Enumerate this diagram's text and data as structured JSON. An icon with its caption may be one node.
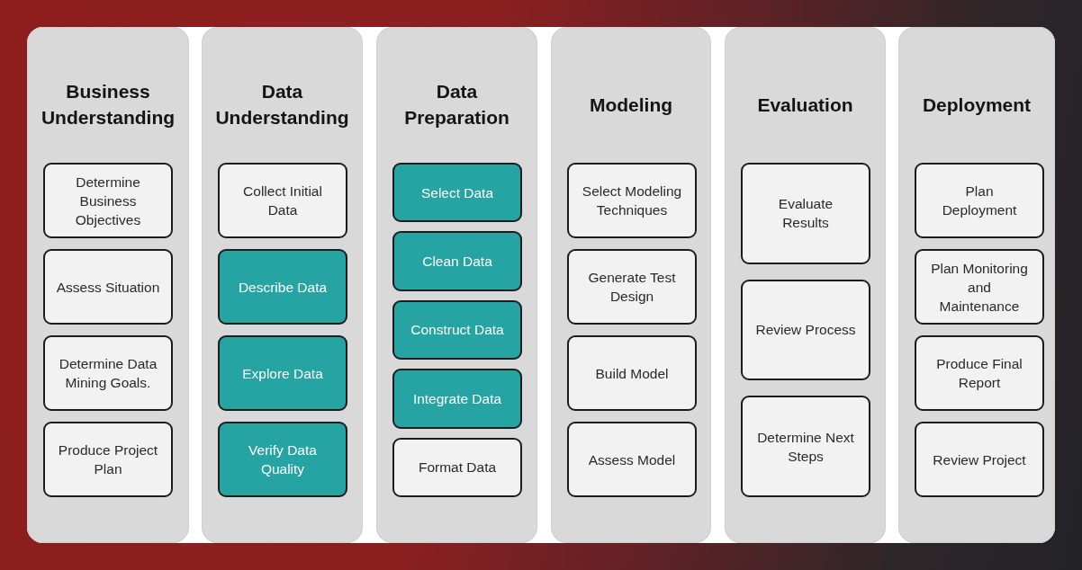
{
  "diagram": {
    "nodes": [
      {
        "text": [
          "Business Understanding"
        ]
      },
      {
        "text": [
          "Determine Business Objectives"
        ],
        "in": 0
      },
      {
        "text": [
          "Assess Situation"
        ],
        "in": 0
      },
      {
        "text": [
          "Determine Data Mining Goals."
        ],
        "in": 0
      },
      {
        "text": [
          "Produce Project Plan"
        ],
        "in": 0
      },
      {
        "text": [
          "Data Understanding"
        ]
      },
      {
        "text": [
          "Collect Initial Data"
        ],
        "in": 5
      },
      {
        "text": [
          "Describe Data"
        ],
        "in": 5
      },
      {
        "text": [
          "Explore Data"
        ],
        "in": 5
      },
      {
        "text": [
          "Verify Data Quality"
        ],
        "in": 5
      },
      {
        "text": [
          "Data Preparation"
        ]
      },
      {
        "text": [
          "Select Data"
        ],
        "in": 10
      },
      {
        "text": [
          "Clean Data"
        ],
        "in": 10
      },
      {
        "text": [
          "Construct Data"
        ],
        "in": 10
      },
      {
        "text": [
          "Integrate Data"
        ],
        "in": 10
      },
      {
        "text": [
          "Format Data"
        ],
        "in": 10
      },
      {
        "text": [
          "Modeling"
        ]
      },
      {
        "text": [
          "Select Modeling Techniques"
        ],
        "in": 16
      },
      {
        "text": [
          "Generate Test Design"
        ],
        "in": 16
      },
      {
        "text": [
          "Build Model"
        ],
        "in": 16
      },
      {
        "text": [
          "Assess Model"
        ],
        "in": 16
      },
      {
        "text": [
          "Evaluation"
        ]
      },
      {
        "text": [
          "Evaluate Results"
        ],
        "in": 21
      },
      {
        "text": [
          "Review Process"
        ],
        "in": 21
      },
      {
        "text": [
          "Determine Next Steps"
        ],
        "in": 21
      },
      {
        "text": [
          "Deployment"
        ]
      },
      {
        "text": [
          "Plan Deployment"
        ],
        "in": 25
      },
      {
        "text": [
          "Plan Monitoring and Maintenance"
        ],
        "in": 25
      },
      {
        "text": [
          "Produce Final Report"
        ],
        "in": 25
      },
      {
        "text": [
          "Review Project"
        ],
        "in": 25
      }
    ]
  }
}
